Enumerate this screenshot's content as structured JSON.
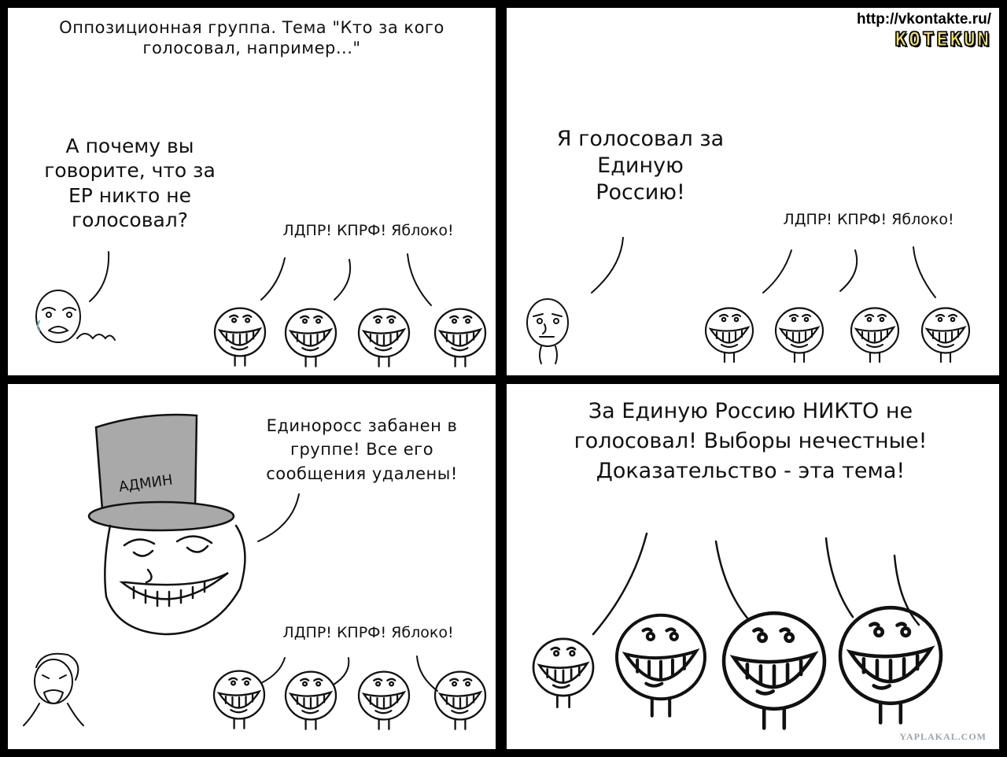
{
  "panel1": {
    "caption": "Оппозиционная группа. Тема \"Кто за кого голосовал, например...\"",
    "question": "А почему вы говорите, что за ЕР никто не голосовал?",
    "chorus": "ЛДПР! КПРФ! Яблоко!"
  },
  "panel2": {
    "logo_url": "http://vkontakte.ru/",
    "logo_brand": "KOTEKUN",
    "statement": "Я голосовал за Единую Россию!",
    "chorus": "ЛДПР! КПРФ! Яблоко!"
  },
  "panel3": {
    "hat_label": "АДМИН",
    "admin_speech": "Единоросс забанен в группе! Все его сообщения удалены!",
    "chorus": "ЛДПР! КПРФ! Яблоко!"
  },
  "panel4": {
    "conclusion": "За Единую Россию НИКТО не голосовал! Выборы нечестные! Доказательство - эта тема!",
    "watermark": "YAPLAKAL.COM"
  },
  "colors": {
    "gutter": "#000000",
    "panel": "#ffffff",
    "hat": "#a9a9a9",
    "logo": "#f2e15a",
    "watermark": "#9aa4ad"
  }
}
